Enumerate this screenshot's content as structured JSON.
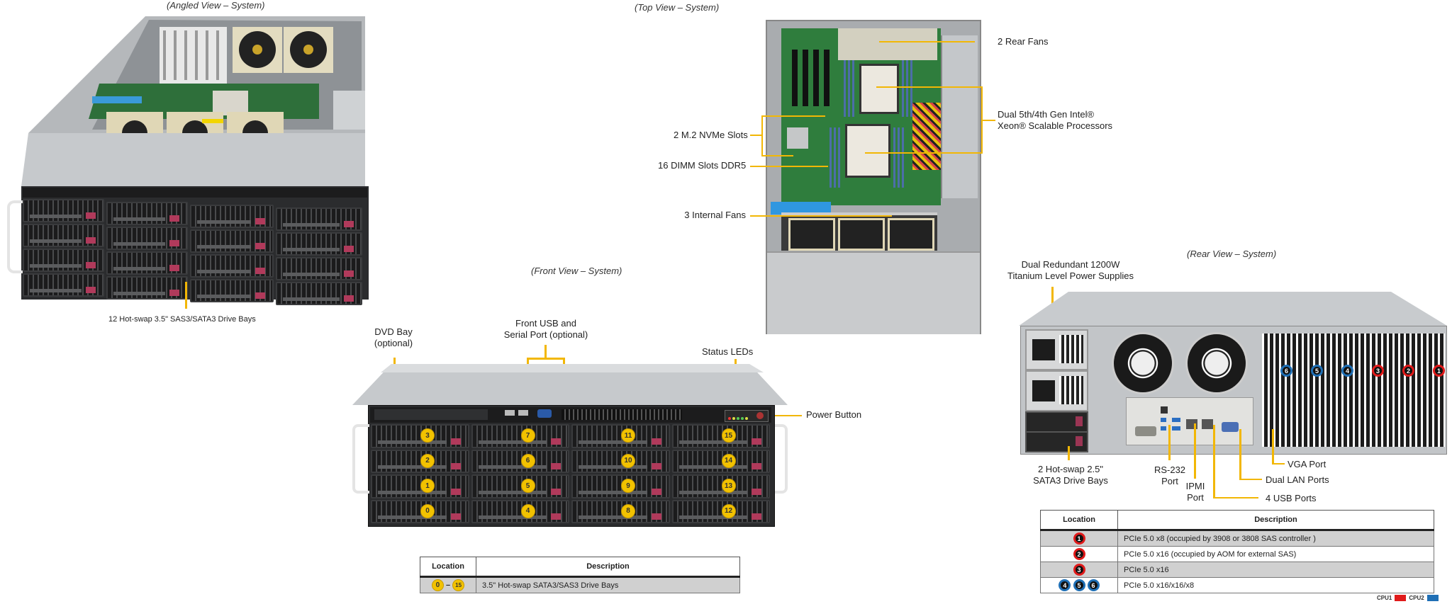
{
  "views": {
    "angled": {
      "caption": "(Angled View – System)",
      "callout": "12 Hot-swap  3.5\" SAS3/SATA3 Drive Bays"
    },
    "top": {
      "caption": "(Top View – System)",
      "callouts": {
        "rear_fans": "2 Rear Fans",
        "cpu_line1": "Dual 5th/4th Gen Intel®",
        "cpu_line2": "Xeon® Scalable Processors",
        "m2": "2 M.2 NVMe Slots",
        "dimm": "16 DIMM Slots DDR5",
        "internal_fans": "3 Internal  Fans"
      }
    },
    "front": {
      "caption": "(Front View – System)",
      "callouts": {
        "dvd_line1": "DVD Bay",
        "dvd_line2": "(optional)",
        "usb_line1": "Front USB and",
        "usb_line2": "Serial Port (optional)",
        "status_leds": "Status  LEDs",
        "power_button": "Power Button"
      },
      "bay_numbers": [
        [
          "3",
          "7",
          "11",
          "15"
        ],
        [
          "2",
          "6",
          "10",
          "14"
        ],
        [
          "1",
          "5",
          "9",
          "13"
        ],
        [
          "0",
          "4",
          "8",
          "12"
        ]
      ]
    },
    "rear": {
      "caption": "(Rear View – System)",
      "callouts": {
        "psu_line1": "Dual Redundant  1200W",
        "psu_line2": "Titanium  Level Power Supplies",
        "bays_line1": "2 Hot-swap  2.5\"",
        "bays_line2": "SATA3 Drive Bays",
        "rs232_line1": "RS-232",
        "rs232_line2": "Port",
        "ipmi_line1": "IPMI",
        "ipmi_line2": "Port",
        "usb": "4 USB Ports",
        "lan": "Dual LAN Ports",
        "vga": "VGA Port"
      },
      "slots": [
        {
          "n": "6",
          "cpu": "CPU2"
        },
        {
          "n": "5",
          "cpu": "CPU2"
        },
        {
          "n": "4",
          "cpu": "CPU2"
        },
        {
          "n": "3",
          "cpu": "CPU1"
        },
        {
          "n": "2",
          "cpu": "CPU1"
        },
        {
          "n": "1",
          "cpu": "CPU1"
        }
      ]
    }
  },
  "front_table": {
    "headers": [
      "Location",
      "Description"
    ],
    "row": {
      "from": "0",
      "dash": "–",
      "to": "15",
      "description": "3.5\" Hot-swap SATA3/SAS3 Drive Bays"
    }
  },
  "rear_table": {
    "headers": [
      "Location",
      "Description"
    ],
    "rows": [
      {
        "locations": [
          "1"
        ],
        "cpu": "CPU1",
        "description": "PCIe 5.0 x8 (occupied by 3908 or 3808 SAS controller )"
      },
      {
        "locations": [
          "2"
        ],
        "cpu": "CPU1",
        "description": "PCIe 5.0 x16 (occupied by AOM for external SAS)"
      },
      {
        "locations": [
          "3"
        ],
        "cpu": "CPU1",
        "description": "PCIe 5.0 x16"
      },
      {
        "locations": [
          "4",
          "5",
          "6"
        ],
        "cpu": "CPU2",
        "description": "PCIe 5.0 x16/x16/x8"
      }
    ]
  },
  "legend": {
    "items": [
      {
        "label": "CPU1",
        "color": "#e01a1a"
      },
      {
        "label": "CPU2",
        "color": "#1f6fb5"
      }
    ]
  },
  "colors": {
    "callout": "#f2b705",
    "bay_badge": "#f2c200"
  }
}
